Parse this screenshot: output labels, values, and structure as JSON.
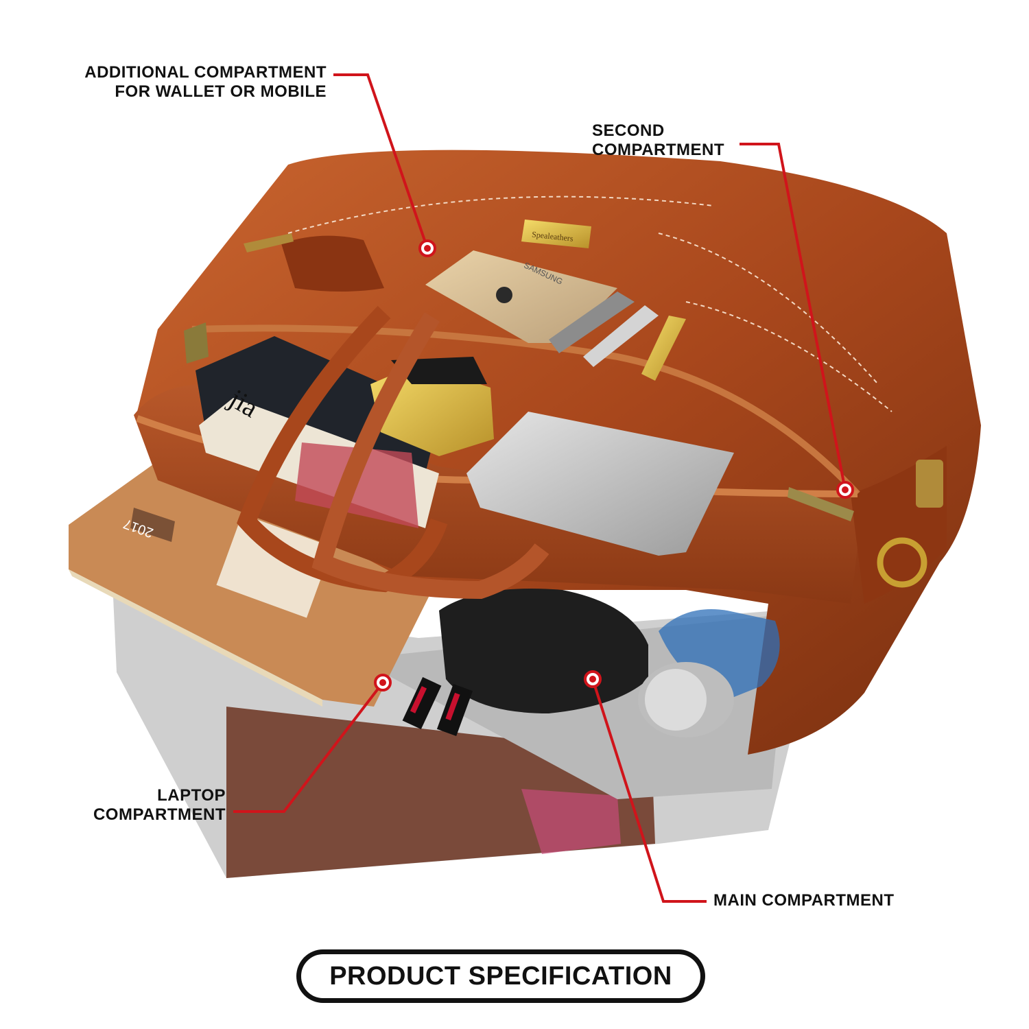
{
  "callouts": {
    "additional": {
      "line1": "ADDITIONAL COMPARTMENT",
      "line2": "FOR WALLET OR MOBILE"
    },
    "second": {
      "line1": "SECOND",
      "line2": "COMPARTMENT"
    },
    "laptop": {
      "line1": "LAPTOP",
      "line2": "COMPARTMENT"
    },
    "main": {
      "line1": "MAIN COMPARTMENT"
    }
  },
  "footer": {
    "label": "PRODUCT SPECIFICATION"
  },
  "photo_text": {
    "phone_brand": "SAMSUNG",
    "diary_year": "2017",
    "magazine_title": "jia",
    "brand_plate": "Spealeathers"
  },
  "colors": {
    "leather": "#a8471c",
    "leather_dark": "#6e2a0e",
    "callout_red": "#d0141b",
    "text": "#111111"
  }
}
